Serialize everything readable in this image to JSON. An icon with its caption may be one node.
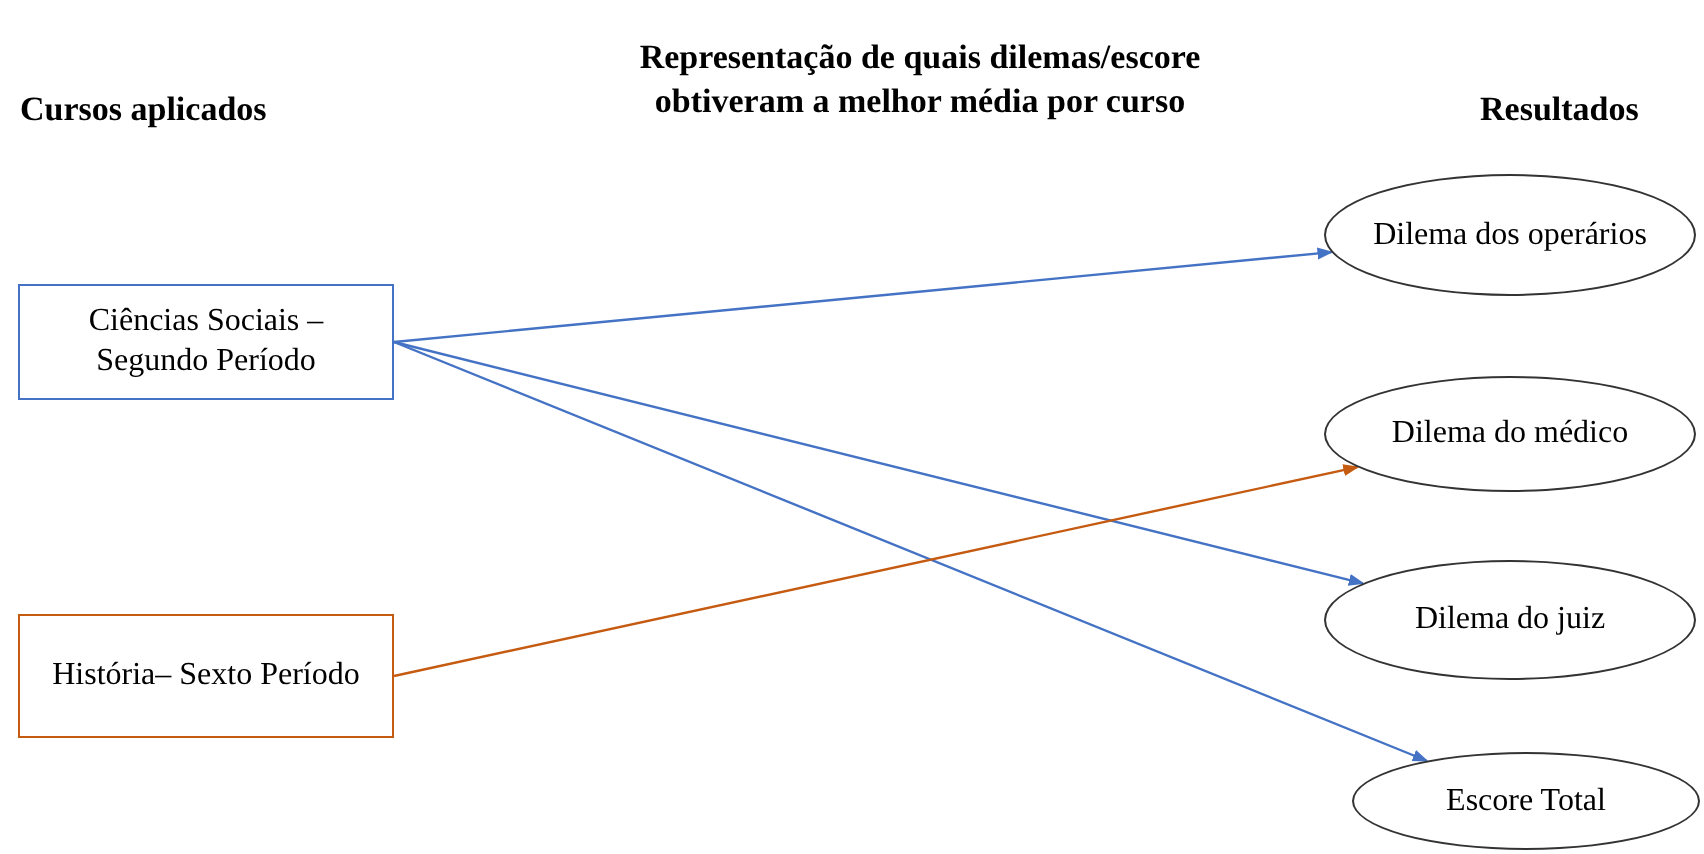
{
  "diagram": {
    "title": "Representação de quais dilemas/escore obtiveram a melhor média por curso",
    "nodes": [
      {
        "text": [
          "Ciências Sociais – Segundo Período"
        ]
      },
      {
        "text": [
          "História– Sexto Período"
        ]
      },
      {
        "text": [
          "Dilema dos operários"
        ]
      },
      {
        "text": [
          "Dilema do médico"
        ]
      },
      {
        "text": [
          "Dilema do juiz"
        ]
      },
      {
        "text": [
          "Escore Total"
        ]
      }
    ],
    "edges": [
      {
        "from": 0,
        "to": 2,
        "arrow": "to"
      },
      {
        "from": 0,
        "to": 4,
        "arrow": "to"
      },
      {
        "from": 0,
        "to": 5,
        "arrow": "to"
      },
      {
        "from": 1,
        "to": 3,
        "arrow": "to",
        "color": "#c55a11"
      }
    ],
    "labels": [
      "Cursos aplicados",
      "Resultados"
    ]
  }
}
